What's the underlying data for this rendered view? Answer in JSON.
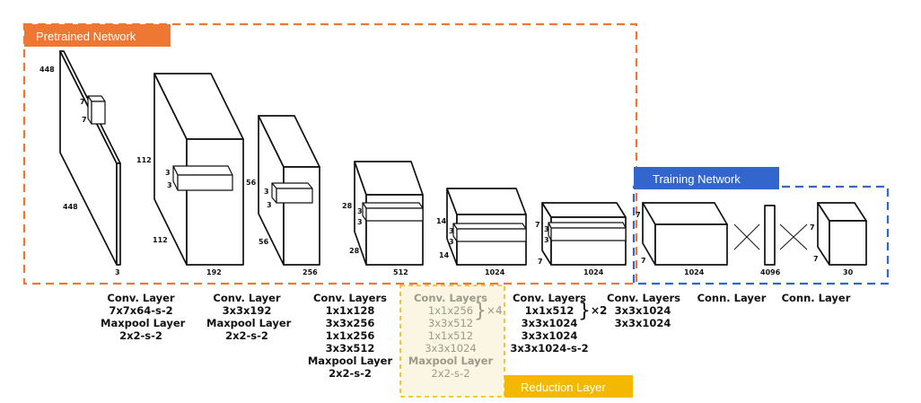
{
  "pretrained_label": "Pretrained Network",
  "training_label": "Training Network",
  "reduction_label": "Reduction Layer",
  "colors": {
    "pretrained": "#ee7733",
    "training": "#3366cc",
    "reduction": "#f5b800",
    "reduction_fill": "#fbf6e3"
  },
  "dims": {
    "input_448_top": "448",
    "input_448_side": "448",
    "input_3": "3",
    "k_7a": "7",
    "k_7b": "7",
    "c2_112a": "112",
    "c2_112b": "112",
    "c2_192": "192",
    "c2_3a": "3",
    "c2_3b": "3",
    "c3_56a": "56",
    "c3_56b": "56",
    "c3_256": "256",
    "c3_3a": "3",
    "c3_3b": "3",
    "c4_28a": "28",
    "c4_28b": "28",
    "c4_512": "512",
    "c4_3a": "3",
    "c4_3b": "3",
    "c5_14a": "14",
    "c5_14b": "14",
    "c5_1024": "1024",
    "c5_3a": "3",
    "c5_3b": "3",
    "c6_7a": "7",
    "c6_7b": "7",
    "c6_1024": "1024",
    "c6_3a": "3",
    "c6_3b": "3",
    "c7_7a": "7",
    "c7_7b": "7",
    "c7_1024": "1024",
    "fc_4096": "4096",
    "out_7a": "7",
    "out_7b": "7",
    "out_30": "30"
  },
  "captions": {
    "c1": [
      "Conv. Layer",
      "7x7x64-s-2",
      "Maxpool Layer",
      "2x2-s-2"
    ],
    "c2": [
      "Conv. Layer",
      "3x3x192",
      "Maxpool Layer",
      "2x2-s-2"
    ],
    "c3": [
      "Conv. Layers",
      "1x1x128",
      "3x3x256",
      "1x1x256",
      "3x3x512",
      "Maxpool Layer",
      "2x2-s-2"
    ],
    "c4": [
      "Conv. Layers",
      "1x1x256",
      "3x3x512",
      "1x1x512",
      "3x3x1024",
      "Maxpool Layer",
      "2x2-s-2"
    ],
    "c5": [
      "Conv. Layers",
      "1x1x512",
      "3x3x1024",
      "3x3x1024",
      "3x3x1024-s-2"
    ],
    "c6": [
      "Conv. Layers",
      "3x3x1024",
      "3x3x1024"
    ],
    "c7": [
      "Conn. Layer"
    ],
    "c8": [
      "Conn. Layer"
    ]
  },
  "mult_c4": "×4",
  "mult_c5": "×2"
}
